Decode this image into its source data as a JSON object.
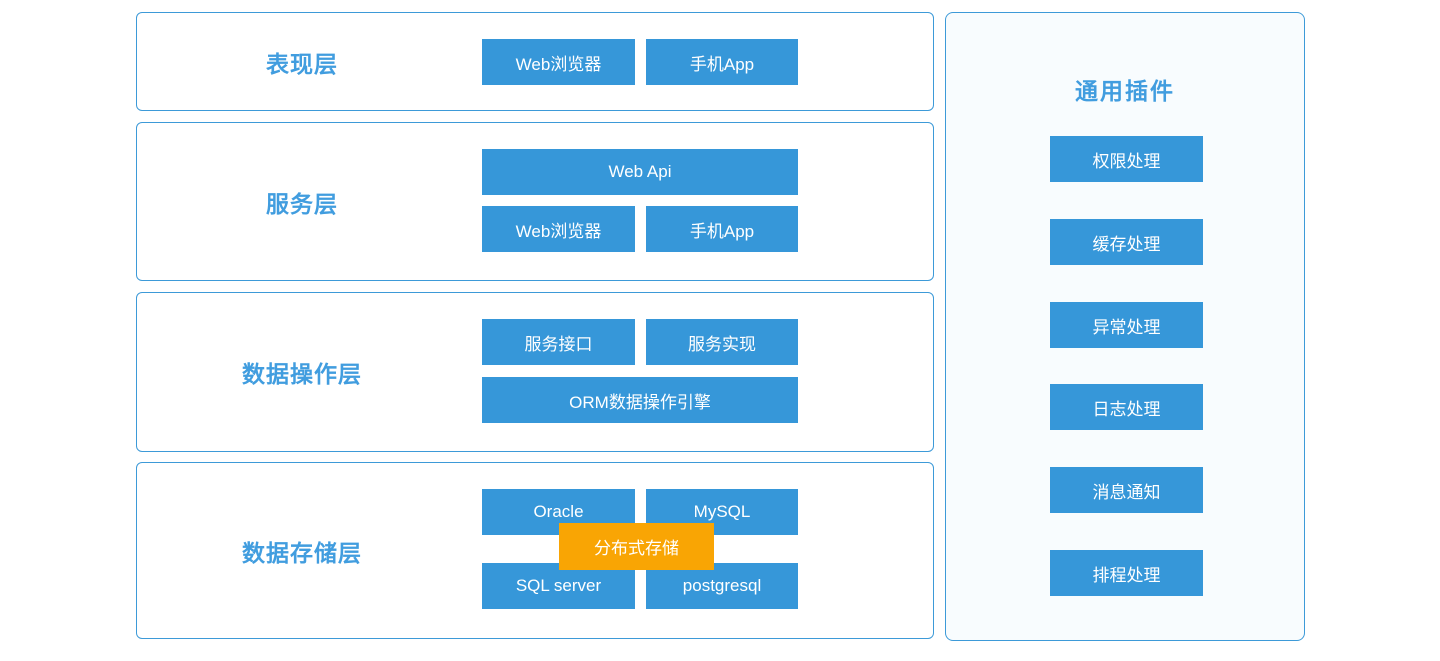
{
  "colors": {
    "block_blue": "#3697d9",
    "heading_blue": "#419ddf",
    "border_blue": "#3d9ad8",
    "panel_bg": "#f8fcfe",
    "highlight_orange": "#f9a504"
  },
  "layers": [
    {
      "label": "表现层",
      "buttons": [
        {
          "label": "Web浏览器"
        },
        {
          "label": "手机App"
        }
      ]
    },
    {
      "label": "服务层",
      "buttons": [
        {
          "label": "Web Api"
        },
        {
          "label": "Web浏览器"
        },
        {
          "label": "手机App"
        }
      ]
    },
    {
      "label": "数据操作层",
      "buttons": [
        {
          "label": "服务接口"
        },
        {
          "label": "服务实现"
        },
        {
          "label": "ORM数据操作引擎"
        }
      ]
    },
    {
      "label": "数据存储层",
      "buttons": [
        {
          "label": "Oracle"
        },
        {
          "label": "MySQL"
        },
        {
          "label": "SQL server"
        },
        {
          "label": "postgresql"
        }
      ],
      "highlight": {
        "label": "分布式存储"
      }
    }
  ],
  "plugins": {
    "title": "通用插件",
    "items": [
      "权限处理",
      "缓存处理",
      "异常处理",
      "日志处理",
      "消息通知",
      "排程处理"
    ]
  }
}
